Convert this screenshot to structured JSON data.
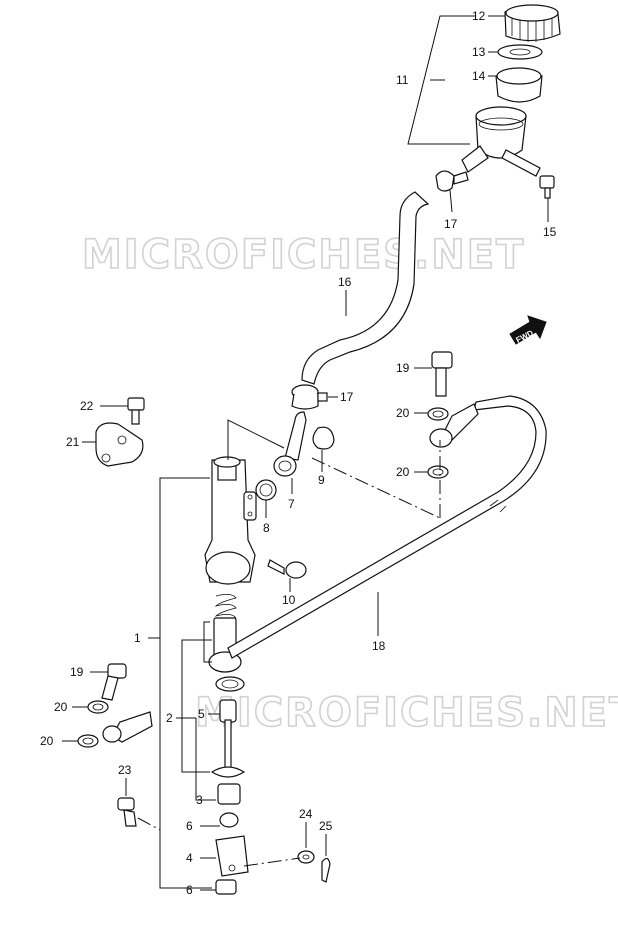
{
  "watermark": "MICROFICHES.NET",
  "fwd_label": "FWD",
  "callouts": {
    "c1": "1",
    "c2": "2",
    "c3": "3",
    "c4": "4",
    "c5": "5",
    "c6a": "6",
    "c6b": "6",
    "c7": "7",
    "c8": "8",
    "c9": "9",
    "c10": "10",
    "c11": "11",
    "c12": "12",
    "c13": "13",
    "c14": "14",
    "c15": "15",
    "c16": "16",
    "c17a": "17",
    "c17b": "17",
    "c18": "18",
    "c19a": "19",
    "c19b": "19",
    "c20a": "20",
    "c20b": "20",
    "c20c": "20",
    "c20d": "20",
    "c21": "21",
    "c22": "22",
    "c23": "23",
    "c24": "24",
    "c25": "25"
  }
}
